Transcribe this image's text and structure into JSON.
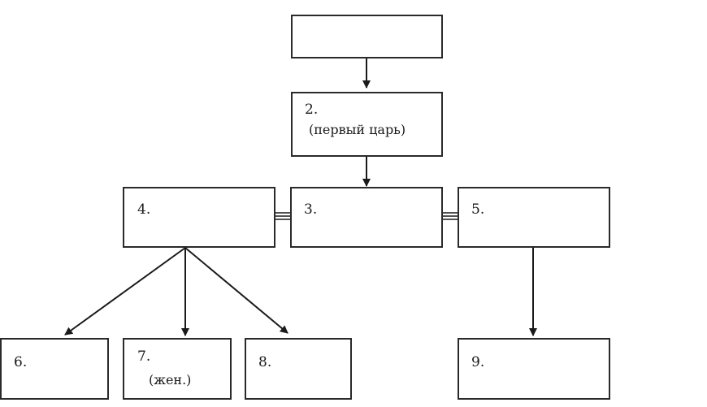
{
  "boxes": {
    "box1": {
      "number": ""
    },
    "box2": {
      "number": "2.",
      "note": "(первый царь)"
    },
    "box3": {
      "number": "3."
    },
    "box4": {
      "number": "4."
    },
    "box5": {
      "number": "5."
    },
    "box6": {
      "number": "6."
    },
    "box7": {
      "number": "7.",
      "note": "(жен.)"
    },
    "box8": {
      "number": "8."
    },
    "box9": {
      "number": "9."
    }
  }
}
